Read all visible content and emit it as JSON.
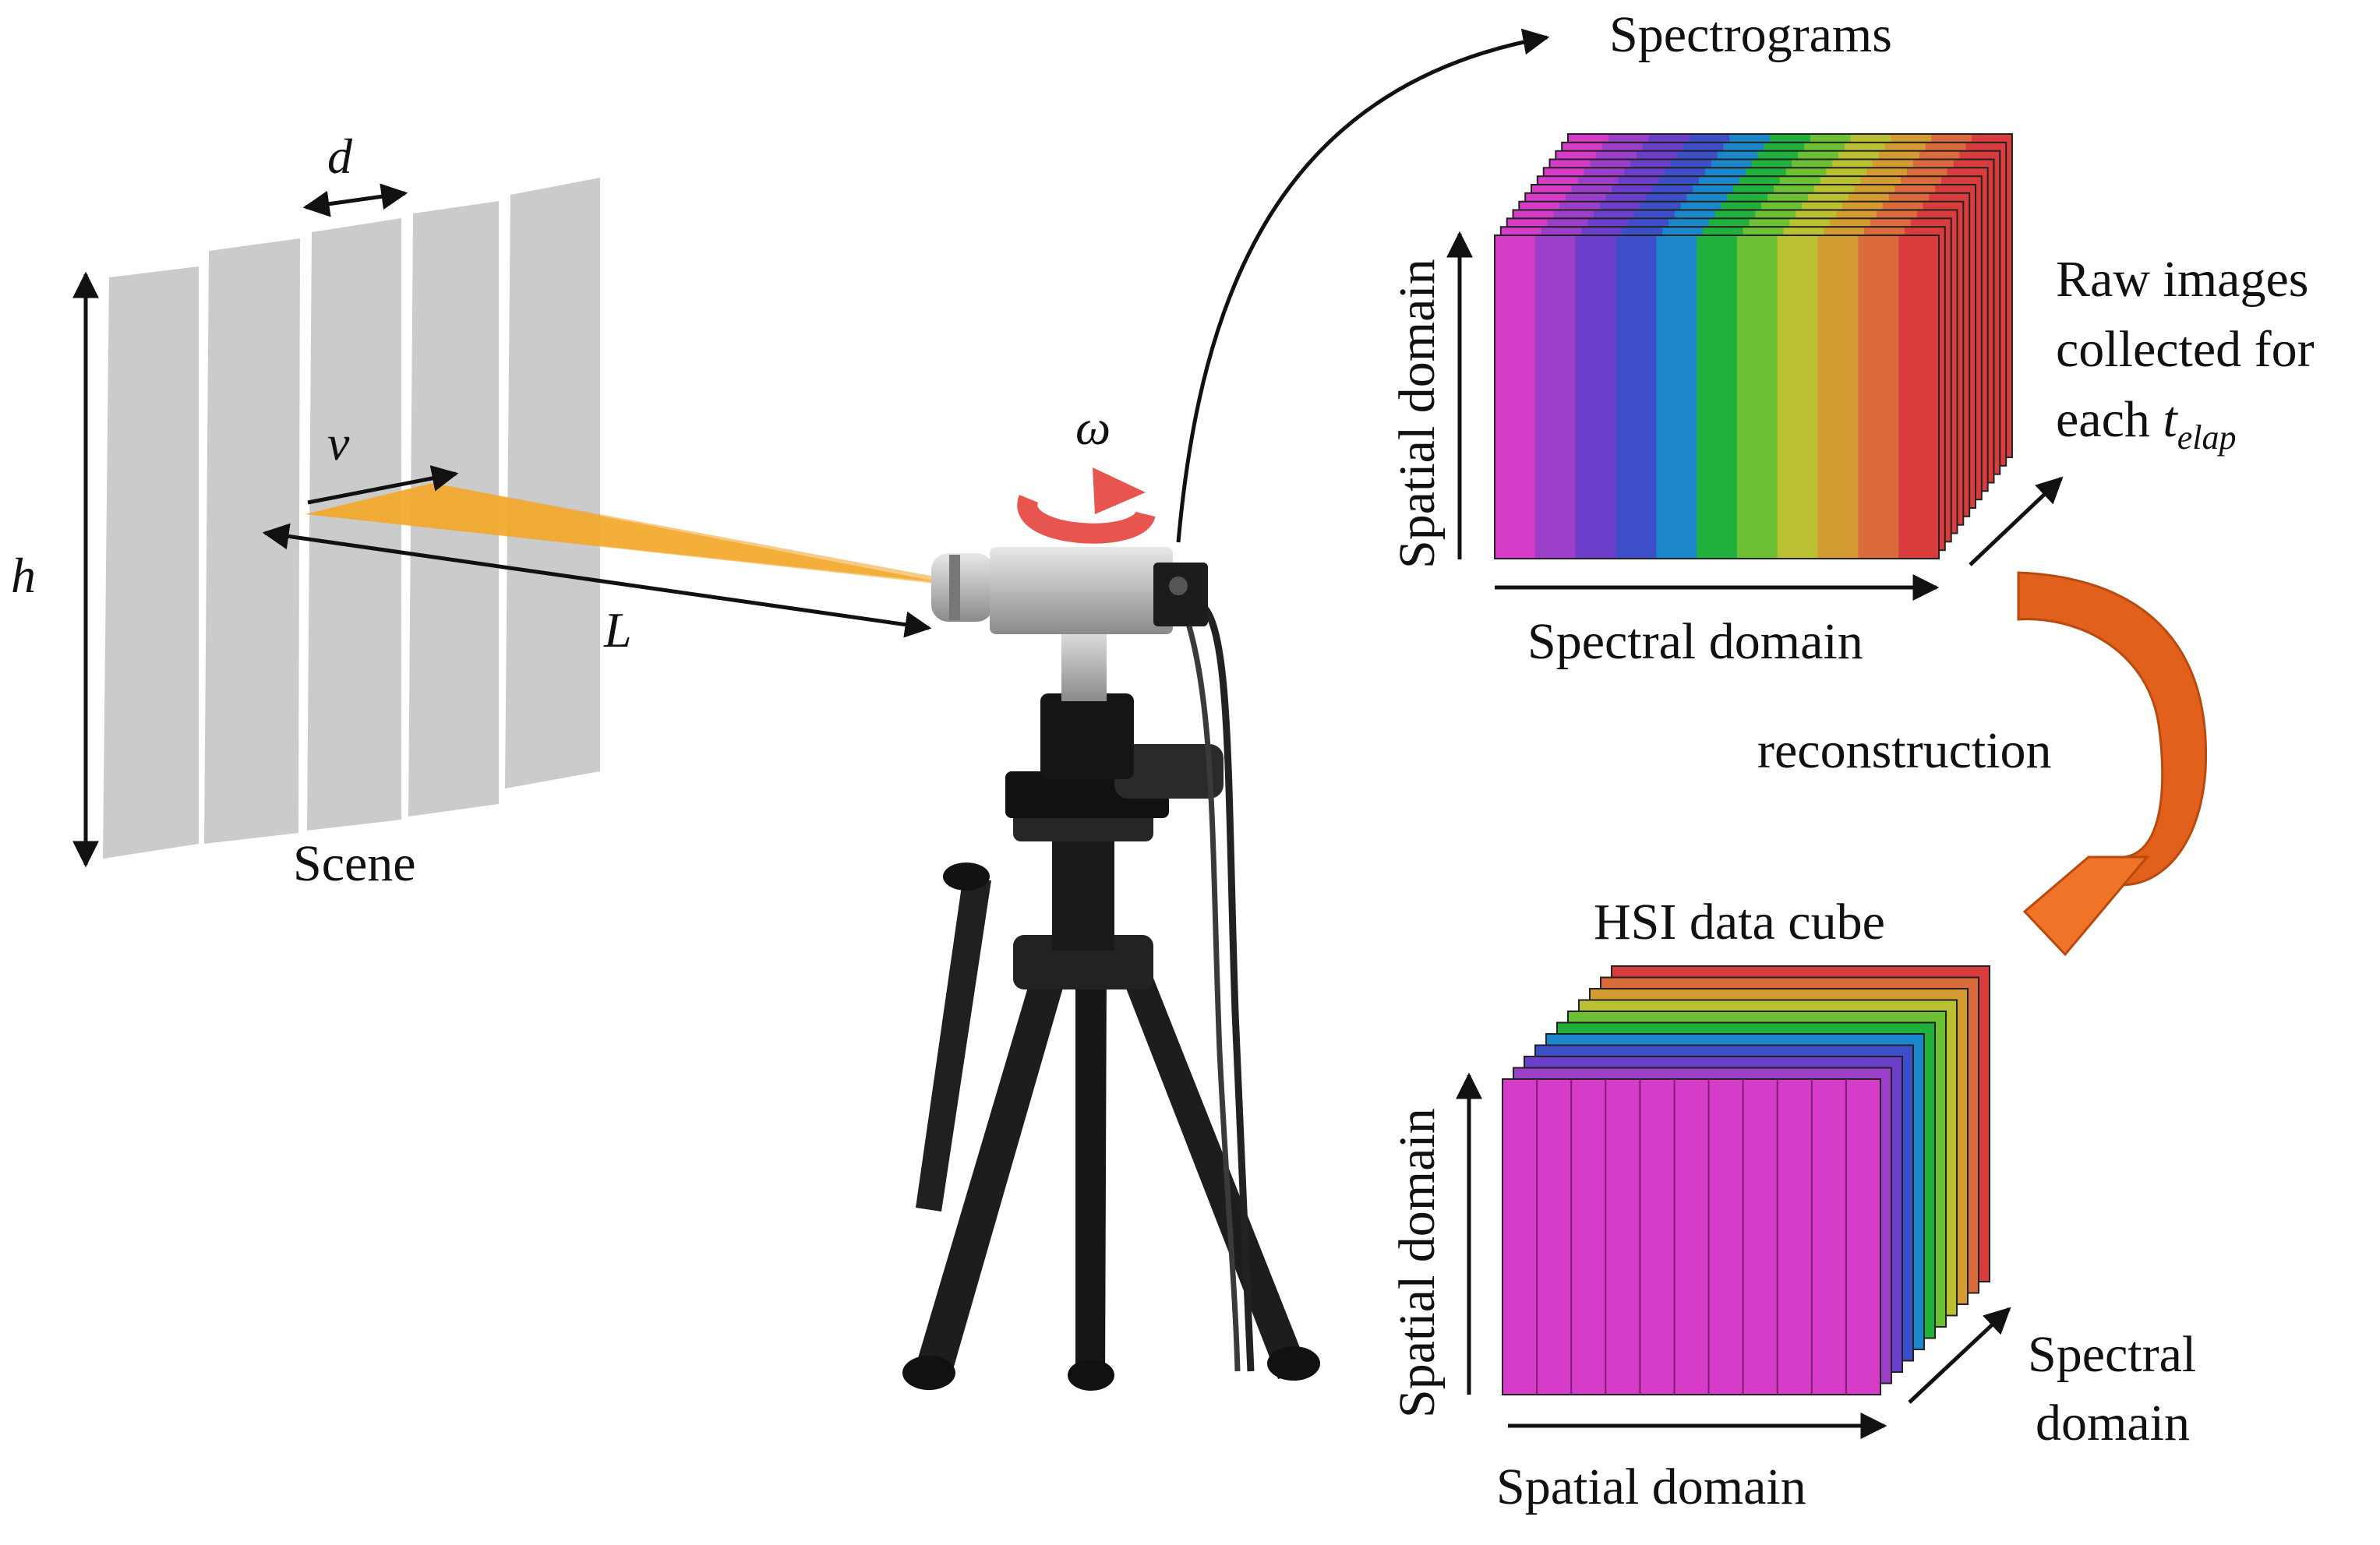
{
  "scene": {
    "label": "Scene",
    "dim_width_symbol": "d",
    "dim_height_symbol": "h",
    "velocity_symbol": "v",
    "distance_symbol": "L",
    "panel_count": 5
  },
  "camera": {
    "rotation_symbol": "ω"
  },
  "spectrograms": {
    "title": "Spectrograms",
    "y_axis": "Spatial domain",
    "x_axis": "Spectral domain",
    "note_line1": "Raw images",
    "note_line2": "collected for",
    "note_line3_prefix": "each ",
    "note_symbol": "t",
    "note_subscript": "elap",
    "stripe_colors": [
      "#d63cc8",
      "#9b3fc9",
      "#6b3fc9",
      "#3c4fc8",
      "#1b86c9",
      "#22b03c",
      "#6cc033",
      "#b9c133",
      "#d59b33",
      "#db6b3c",
      "#d93c3c"
    ]
  },
  "process": {
    "label": "reconstruction",
    "arrow_color": "#e0601c"
  },
  "hsi_cube": {
    "title": "HSI data cube",
    "y_axis": "Spatial domain",
    "x_axis": "Spatial domain",
    "depth_line1": "Spectral",
    "depth_line2": "domain",
    "front_color": "#d63cc8",
    "layer_colors": [
      "#d93c3c",
      "#db6b3c",
      "#d59b33",
      "#b9c133",
      "#6cc033",
      "#22b03c",
      "#1b86c9",
      "#3c4fc8",
      "#6b3fc9",
      "#9b3fc9",
      "#d63cc8"
    ]
  },
  "colors": {
    "panel": "#cbcbcb",
    "beam": "#f5b53a",
    "rotation_arrow": "#e8554f"
  }
}
